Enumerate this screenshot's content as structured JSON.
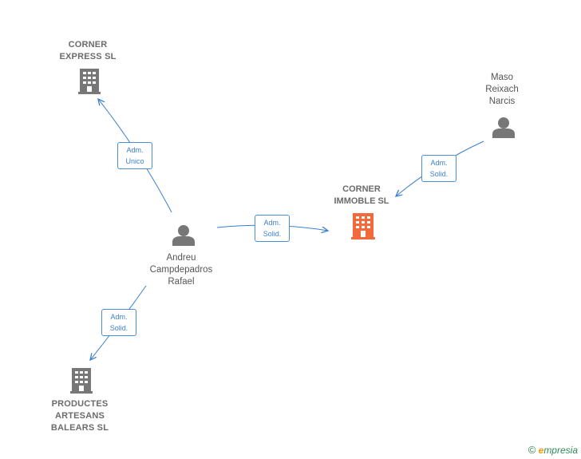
{
  "nodes": {
    "corner_express": {
      "lines": [
        "CORNER",
        "EXPRESS  SL"
      ],
      "type": "company"
    },
    "corner_immoble": {
      "lines": [
        "CORNER",
        "IMMOBLE  SL"
      ],
      "type": "company-focus"
    },
    "productes": {
      "lines": [
        "PRODUCTES",
        "ARTESANS",
        "BALEARS  SL"
      ],
      "type": "company"
    },
    "maso": {
      "lines": [
        "Maso",
        "Reixach",
        "Narcis"
      ],
      "type": "person"
    },
    "andreu": {
      "lines": [
        "Andreu",
        "Campdepadros",
        "Rafael"
      ],
      "type": "person"
    }
  },
  "relations": {
    "andreu_express": [
      "Adm.",
      "Unico"
    ],
    "andreu_immoble": [
      "Adm.",
      "Solid."
    ],
    "maso_immoble": [
      "Adm.",
      "Solid."
    ],
    "andreu_productes": [
      "Adm.",
      "Solid."
    ]
  },
  "footer": {
    "copyright": "©",
    "brand_initial": "e",
    "brand_rest": "mpresia"
  },
  "colors": {
    "edge": "#3a7fd0",
    "company_icon": "#777777",
    "focus_icon": "#f26a3b",
    "person_icon": "#777777"
  },
  "icons": {
    "company": "building-icon",
    "person": "person-icon"
  }
}
